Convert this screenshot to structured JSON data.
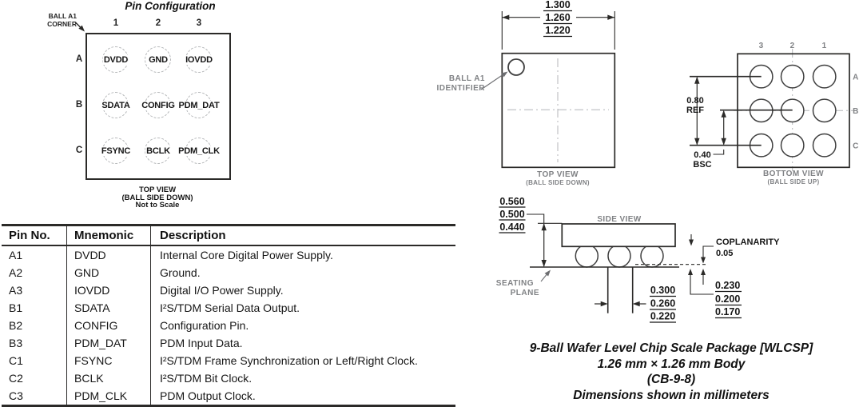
{
  "pin_config": {
    "title": "Pin Configuration",
    "corner_label": {
      "line1": "BALL A1",
      "line2": "CORNER"
    },
    "col_labels": [
      "1",
      "2",
      "3"
    ],
    "row_labels": [
      "A",
      "B",
      "C"
    ],
    "pins": [
      {
        "id": "A1",
        "label": "DVDD"
      },
      {
        "id": "A2",
        "label": "GND"
      },
      {
        "id": "A3",
        "label": "IOVDD"
      },
      {
        "id": "B1",
        "label": "SDATA"
      },
      {
        "id": "B2",
        "label": "CONFIG"
      },
      {
        "id": "B3",
        "label": "PDM_DAT"
      },
      {
        "id": "C1",
        "label": "FSYNC"
      },
      {
        "id": "C2",
        "label": "BCLK"
      },
      {
        "id": "C3",
        "label": "PDM_CLK"
      }
    ],
    "caption": {
      "line1": "TOP VIEW",
      "line2": "(BALL SIDE DOWN)",
      "line3": "Not to Scale"
    }
  },
  "pin_table": {
    "headers": [
      "Pin No.",
      "Mnemonic",
      "Description"
    ],
    "rows": [
      [
        "A1",
        "DVDD",
        "Internal Core Digital Power Supply."
      ],
      [
        "A2",
        "GND",
        "Ground."
      ],
      [
        "A3",
        "IOVDD",
        "Digital I/O Power Supply."
      ],
      [
        "B1",
        "SDATA",
        "I²S/TDM Serial Data Output."
      ],
      [
        "B2",
        "CONFIG",
        "Configuration Pin."
      ],
      [
        "B3",
        "PDM_DAT",
        "PDM Input Data."
      ],
      [
        "C1",
        "FSYNC",
        "I²S/TDM Frame Synchronization or Left/Right Clock."
      ],
      [
        "C2",
        "BCLK",
        "I²S/TDM Bit Clock."
      ],
      [
        "C3",
        "PDM_CLK",
        "PDM Output Clock."
      ]
    ]
  },
  "drawing": {
    "top_view": {
      "width_dims": [
        "1.300",
        "1.260",
        "1.220"
      ],
      "ball_id_label": {
        "line1": "BALL A1",
        "line2": "IDENTIFIER"
      },
      "caption": {
        "line1": "TOP VIEW",
        "line2": "(BALL SIDE DOWN)"
      }
    },
    "bottom_view": {
      "col_labels": [
        "3",
        "2",
        "1"
      ],
      "row_labels": [
        "A",
        "B",
        "C"
      ],
      "pitch_dim": {
        "value": "0.80",
        "qualifier": "REF"
      },
      "half_pitch_dim": {
        "value": "0.40",
        "qualifier": "BSC"
      },
      "caption": {
        "line1": "BOTTOM VIEW",
        "line2": "(BALL SIDE UP)"
      }
    },
    "side_view": {
      "label": "SIDE VIEW",
      "height_dims": [
        "0.560",
        "0.500",
        "0.440"
      ],
      "seating_plane_label": {
        "line1": "SEATING",
        "line2": "PLANE"
      },
      "coplanarity": {
        "label": "COPLANARITY",
        "value": "0.05"
      },
      "ball_dims": [
        "0.300",
        "0.260",
        "0.220"
      ],
      "standoff_dims": [
        "0.230",
        "0.200",
        "0.170"
      ]
    },
    "footer": {
      "line1": "9-Ball Wafer Level Chip Scale Package [WLCSP]",
      "line2": "1.26 mm × 1.26 mm Body",
      "line3": "(CB-9-8)",
      "line4": "Dimensions shown in millimeters"
    }
  },
  "colors": {
    "line": "#2b2a28",
    "circle_line": "#3f3f3f",
    "gray_label": "#808285",
    "light_dash": "#b4b6b8"
  }
}
